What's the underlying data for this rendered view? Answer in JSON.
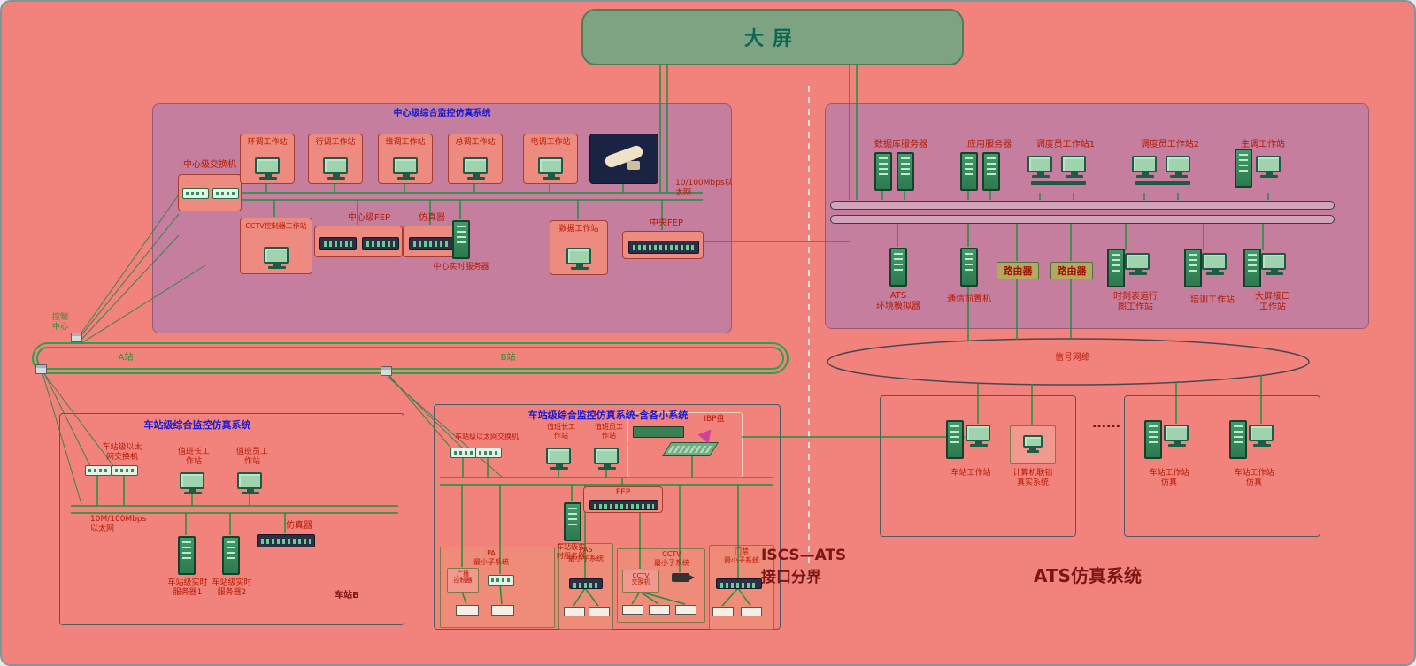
{
  "big_screen": {
    "label": "大屏"
  },
  "central": {
    "title": "中心级综合监控仿真系统",
    "switch_label": "中心级交换机",
    "ws": [
      "环调工作站",
      "行调工作站",
      "维调工作站",
      "总调工作站",
      "电调工作站"
    ],
    "bus_label": "10/100Mbps以\n太网",
    "cctv_ws": "CCTV控制器工作站",
    "center_fep": "中心级FEP",
    "simulator": "仿真器",
    "rt_server": "中心实时服务器",
    "data_ws": "数据工作站",
    "central_fep": "中央FEP"
  },
  "ring": {
    "control_center": "控制\n中心",
    "station_a": "A站",
    "station_b": "B站"
  },
  "ats": {
    "db_server": "数据库服务器",
    "app_server": "应用服务器",
    "dispatcher1": "调度员工作站1",
    "dispatcher2": "调度员工作站2",
    "main_ws": "主调工作站",
    "env_sim": "ATS\n环境模拟器",
    "comm_front": "通信前置机",
    "router1": "路由器",
    "router2": "路由器",
    "timetable_ws": "时刻表运行\n图工作站",
    "training_ws": "培训工作站",
    "screen_if_ws": "大屏接口\n工作站",
    "signal_network": "信号网络"
  },
  "station": {
    "title": "车站级综合监控仿真系统",
    "eth_switch": "车站级以太\n网交换机",
    "duty_chief": "值班长工\n作站",
    "duty_staff": "值班员工\n作站",
    "bus_label": "10M/100Mbps\n以太网",
    "server1": "车站级实时\n服务器1",
    "server2": "车站级实时\n服务器2",
    "simulator": "仿真器",
    "station_b": "车站B"
  },
  "subsys": {
    "title": "车站级综合监控仿真系统-含各小系统",
    "eth_switch": "车站级以太网交换机",
    "duty_chief": "值班长工\n作站",
    "duty_staff": "值班员工\n作站",
    "ibp": "IBP盘",
    "fep": "FEP",
    "rt_server": "车站级实\n时服务器",
    "pa": "PA\n最小子系统",
    "pas": "PAS\n最小子系统",
    "cctv": "CCTV\n最小子系统",
    "access": "门禁\n最小子系统",
    "pa_controller": "广播\n控制器",
    "cctv_switch": "CCTV\n交换机"
  },
  "right": {
    "station_ws": "车站工作站",
    "interlock": "计算机联锁\n真实系统",
    "dots": "……",
    "sim_ws1": "车站工作站\n仿真",
    "sim_ws2": "车站工作站\n仿真"
  },
  "captions": {
    "iscs_ats": "ISCS—ATS\n接口分界",
    "ats_sim": "ATS仿真系统"
  }
}
